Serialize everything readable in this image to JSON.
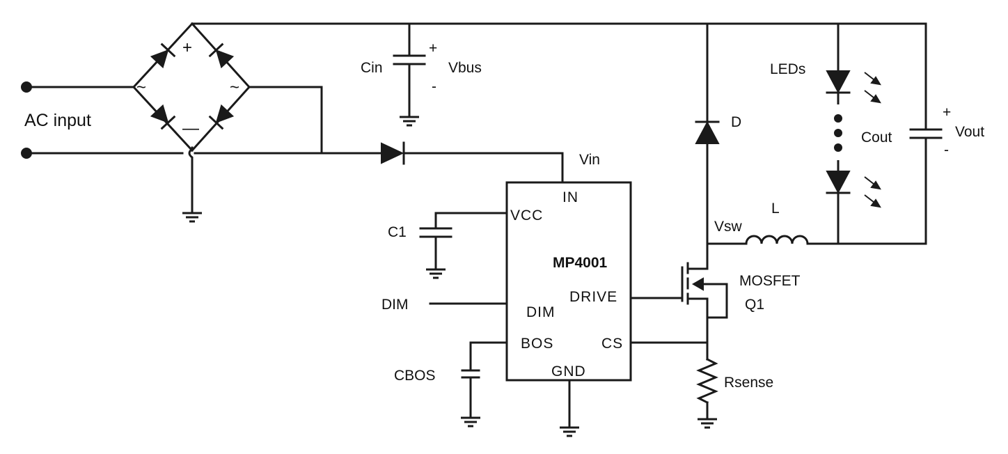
{
  "labels": {
    "ac_input": "AC input",
    "cin": "Cin",
    "vbus": "Vbus",
    "plus": "+",
    "minus": "-",
    "tilde": "~",
    "bridge_minus": "—",
    "vin": "Vin",
    "c1": "C1",
    "dim_ext": "DIM",
    "cbos": "CBOS",
    "d": "D",
    "leds": "LEDs",
    "cout": "Cout",
    "vout": "Vout",
    "vsw": "Vsw",
    "l": "L",
    "mosfet": "MOSFET",
    "q1": "Q1",
    "rsense": "Rsense"
  },
  "ic": {
    "name": "MP4001",
    "pins": {
      "in": "IN",
      "vcc": "VCC",
      "dim": "DIM",
      "bos": "BOS",
      "drive": "DRIVE",
      "cs": "CS",
      "gnd": "GND"
    }
  }
}
